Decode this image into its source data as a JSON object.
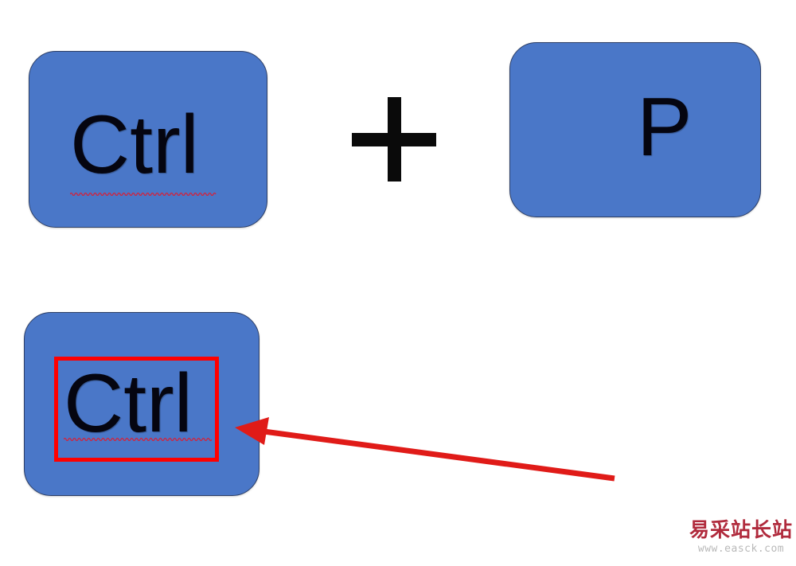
{
  "diagram": {
    "type": "keyboard-shortcut-illustration",
    "background_color": "#ffffff",
    "keys": [
      {
        "id": "ctrl-top",
        "label": "Ctrl",
        "fill_color": "#4a77c8",
        "border_color": "#2c3e66",
        "text_color": "#050510",
        "has_spellcheck_underline": true,
        "highlighted": false
      },
      {
        "id": "p",
        "label": "P",
        "fill_color": "#4a77c8",
        "border_color": "#2c3e66",
        "text_color": "#050510",
        "has_spellcheck_underline": false,
        "highlighted": false
      },
      {
        "id": "ctrl-bottom",
        "label": "Ctrl",
        "fill_color": "#4a77c8",
        "border_color": "#2c3e66",
        "text_color": "#050510",
        "has_spellcheck_underline": true,
        "highlighted": true
      }
    ],
    "operator": {
      "symbol": "+",
      "color": "#0a0a0a"
    },
    "annotations": {
      "highlight_rectangle": {
        "color": "#ff0000",
        "stroke_width": "5px",
        "target": "ctrl-bottom"
      },
      "arrow": {
        "color": "#e01b18",
        "direction": "points-left",
        "target": "ctrl-bottom"
      },
      "spellcheck_underline_color": "#d2233c"
    }
  },
  "watermark": {
    "site_name": "易采站长站",
    "url": "www.easck.com",
    "site_name_color": "#b02a3c",
    "url_color": "#b9b9b9"
  }
}
